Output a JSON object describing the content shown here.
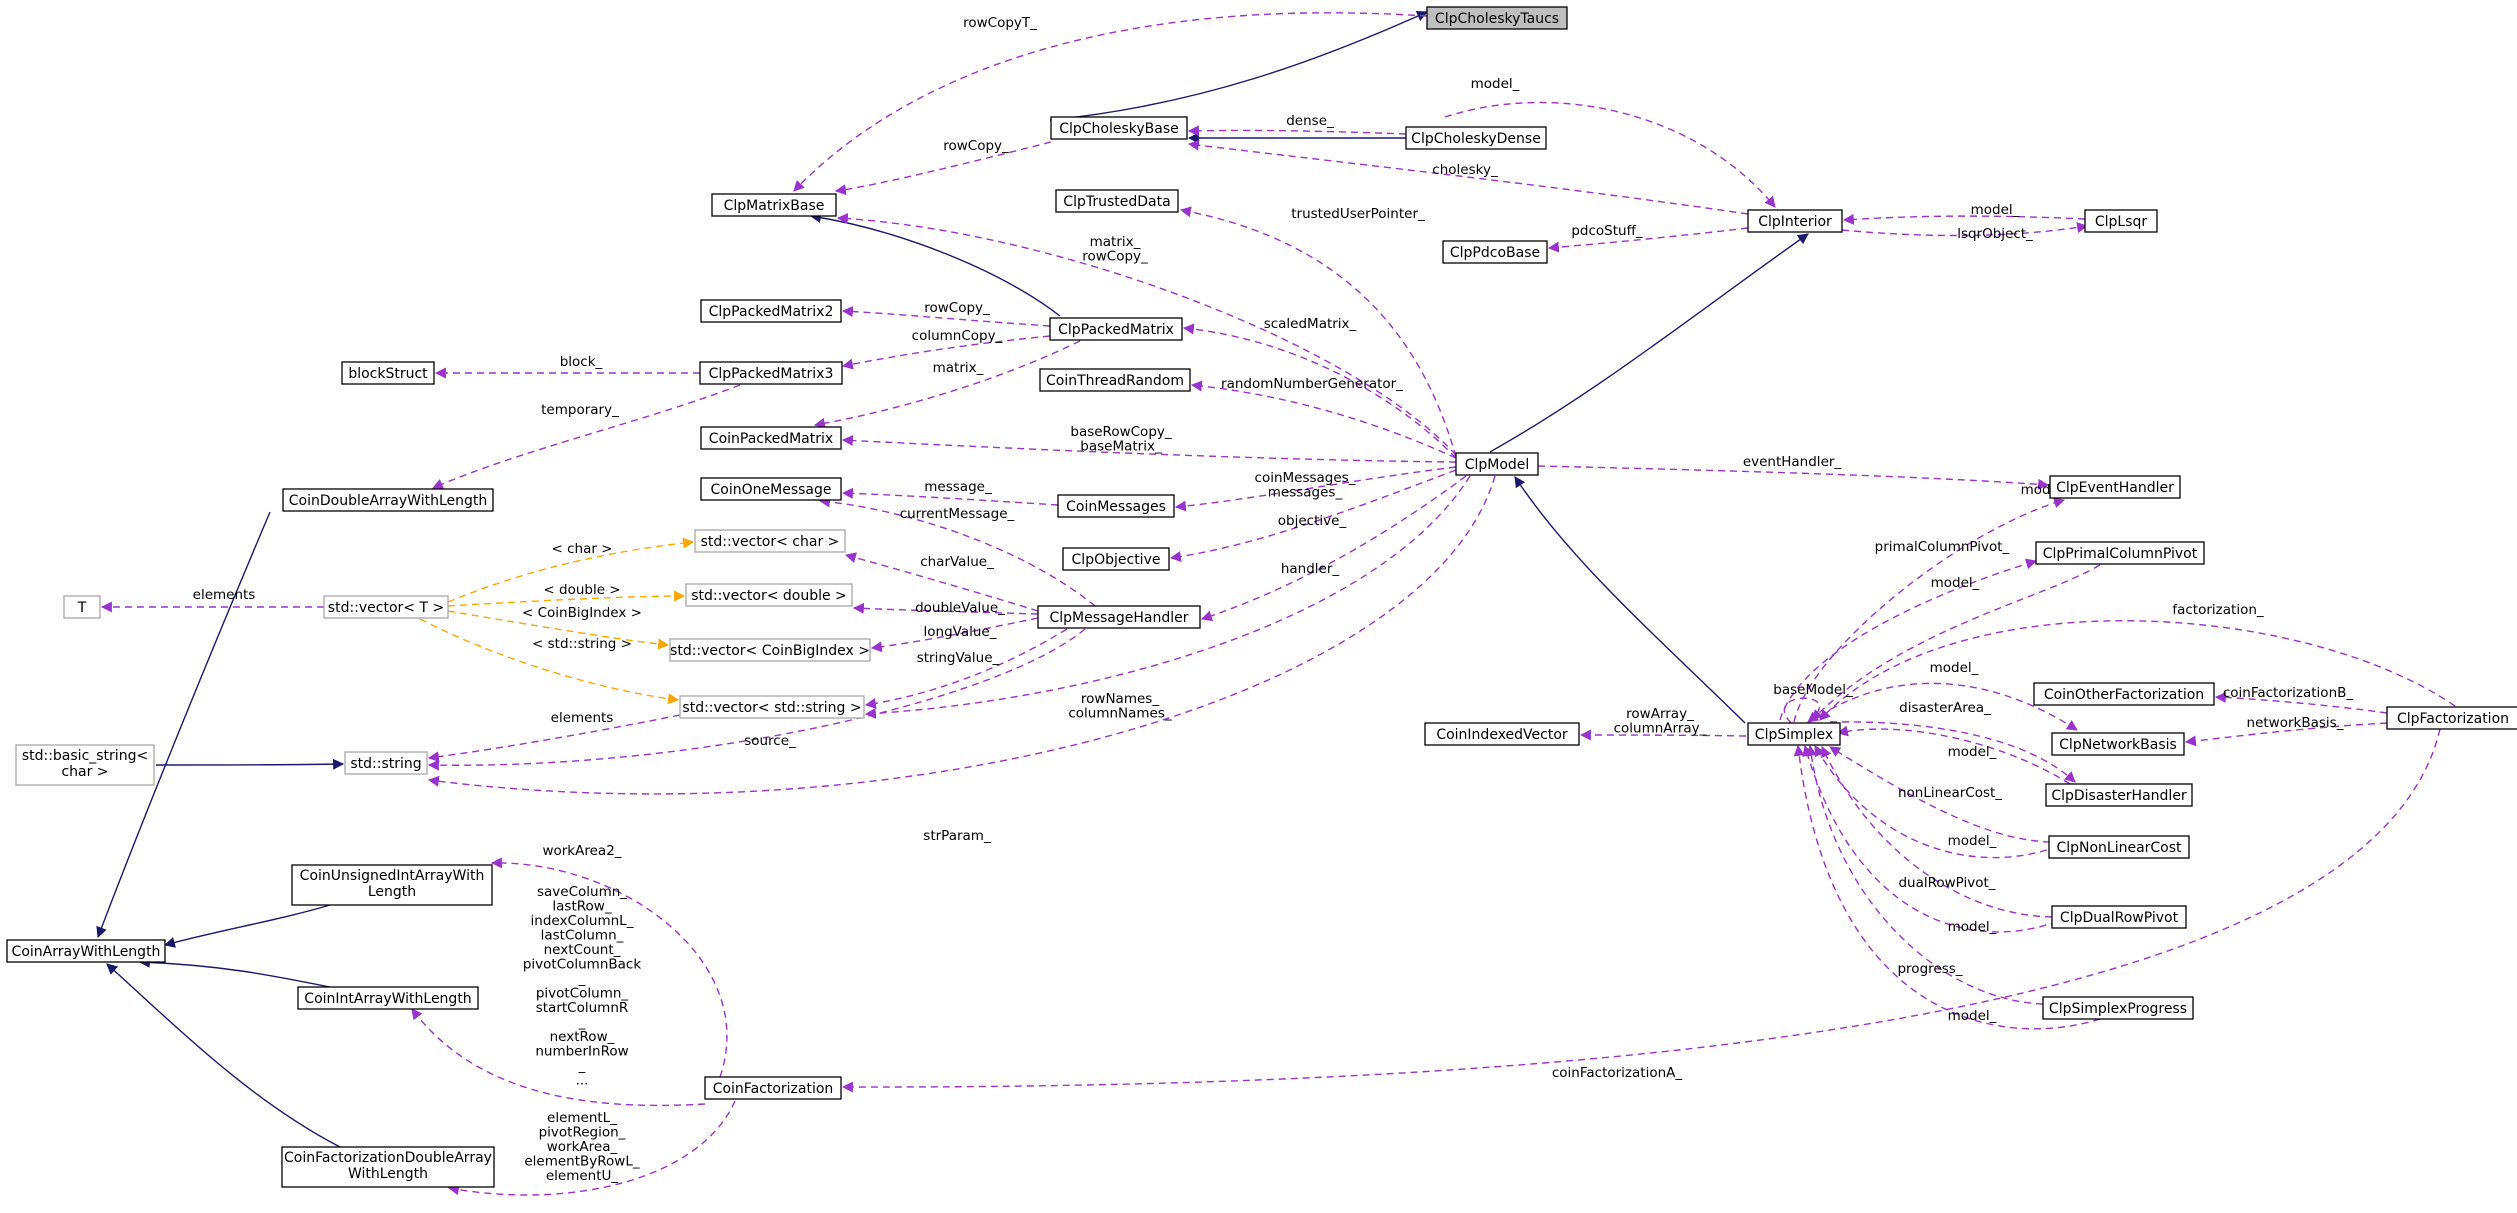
{
  "nodes": [
    {
      "id": "ClpCholeskyTaucs",
      "label": "ClpCholeskyTaucs",
      "highlight": true
    },
    {
      "id": "ClpCholeskyBase",
      "label": "ClpCholeskyBase"
    },
    {
      "id": "ClpCholeskyDense",
      "label": "ClpCholeskyDense"
    },
    {
      "id": "ClpMatrixBase",
      "label": "ClpMatrixBase"
    },
    {
      "id": "ClpTrustedData",
      "label": "ClpTrustedData"
    },
    {
      "id": "ClpPdcoBase",
      "label": "ClpPdcoBase"
    },
    {
      "id": "ClpInterior",
      "label": "ClpInterior"
    },
    {
      "id": "ClpLsqr",
      "label": "ClpLsqr"
    },
    {
      "id": "ClpPackedMatrix2",
      "label": "ClpPackedMatrix2"
    },
    {
      "id": "ClpPackedMatrix",
      "label": "ClpPackedMatrix"
    },
    {
      "id": "blockStruct",
      "label": "blockStruct"
    },
    {
      "id": "ClpPackedMatrix3",
      "label": "ClpPackedMatrix3"
    },
    {
      "id": "CoinThreadRandom",
      "label": "CoinThreadRandom"
    },
    {
      "id": "CoinPackedMatrix",
      "label": "CoinPackedMatrix"
    },
    {
      "id": "ClpModel",
      "label": "ClpModel"
    },
    {
      "id": "CoinDoubleArrayWithLength",
      "label": "CoinDoubleArrayWithLength"
    },
    {
      "id": "CoinOneMessage",
      "label": "CoinOneMessage"
    },
    {
      "id": "CoinMessages",
      "label": "CoinMessages"
    },
    {
      "id": "ClpEventHandler",
      "label": "ClpEventHandler"
    },
    {
      "id": "vecChar",
      "label": "std::vector< char >",
      "gray": true
    },
    {
      "id": "ClpObjective",
      "label": "ClpObjective"
    },
    {
      "id": "ClpPrimalColumnPivot",
      "label": "ClpPrimalColumnPivot"
    },
    {
      "id": "T",
      "label": "T",
      "gray": true
    },
    {
      "id": "vecT",
      "label": "std::vector< T >",
      "gray": true
    },
    {
      "id": "vecDouble",
      "label": "std::vector< double >",
      "gray": true
    },
    {
      "id": "ClpMessageHandler",
      "label": "ClpMessageHandler"
    },
    {
      "id": "vecBigIndex",
      "label": "std::vector< CoinBigIndex >",
      "gray": true
    },
    {
      "id": "CoinOtherFactorization",
      "label": "CoinOtherFactorization"
    },
    {
      "id": "vecString",
      "label": "std::vector< std::string >",
      "gray": true
    },
    {
      "id": "ClpFactorization",
      "label": "ClpFactorization"
    },
    {
      "id": "basicString",
      "label": "std::basic_string< char >",
      "lines": [
        "std::basic_string<",
        "char >"
      ],
      "gray": true
    },
    {
      "id": "stdString",
      "label": "std::string",
      "gray": true
    },
    {
      "id": "CoinIndexedVector",
      "label": "CoinIndexedVector"
    },
    {
      "id": "ClpSimplex",
      "label": "ClpSimplex"
    },
    {
      "id": "ClpNetworkBasis",
      "label": "ClpNetworkBasis"
    },
    {
      "id": "ClpDisasterHandler",
      "label": "ClpDisasterHandler"
    },
    {
      "id": "ClpNonLinearCost",
      "label": "ClpNonLinearCost"
    },
    {
      "id": "CoinUnsignedIntArrayWithLength",
      "label": "CoinUnsignedIntArrayWithLength",
      "lines": [
        "CoinUnsignedIntArrayWith",
        "Length"
      ]
    },
    {
      "id": "ClpDualRowPivot",
      "label": "ClpDualRowPivot"
    },
    {
      "id": "CoinArrayWithLength",
      "label": "CoinArrayWithLength"
    },
    {
      "id": "CoinIntArrayWithLength",
      "label": "CoinIntArrayWithLength"
    },
    {
      "id": "ClpSimplexProgress",
      "label": "ClpSimplexProgress"
    },
    {
      "id": "CoinFactorization",
      "label": "CoinFactorization"
    },
    {
      "id": "CoinFactorizationDoubleArrayWithLength",
      "label": "CoinFactorizationDoubleArrayWithLength",
      "lines": [
        "CoinFactorizationDoubleArray",
        "WithLength"
      ]
    }
  ],
  "edges": [
    {
      "from": "ClpCholeskyBase",
      "to": "ClpCholeskyTaucs",
      "kind": "inherit"
    },
    {
      "from": "ClpMatrixBase",
      "to": "ClpCholeskyTaucs",
      "kind": "use",
      "label": [
        "rowCopyT_"
      ]
    },
    {
      "from": "ClpCholeskyBase",
      "to": "ClpCholeskyDense",
      "kind": "inherit"
    },
    {
      "from": "ClpCholeskyDense",
      "to": "ClpCholeskyBase",
      "kind": "use",
      "label": [
        "dense_"
      ]
    },
    {
      "from": "ClpInterior",
      "to": "ClpCholeskyBase",
      "kind": "use",
      "label": [
        "model_"
      ]
    },
    {
      "from": "ClpMatrixBase",
      "to": "ClpCholeskyBase",
      "kind": "use",
      "label": [
        "rowCopy_"
      ]
    },
    {
      "from": "ClpCholeskyBase",
      "to": "ClpInterior",
      "kind": "use",
      "label": [
        "cholesky_"
      ]
    },
    {
      "from": "ClpMatrixBase",
      "to": "ClpPackedMatrix",
      "kind": "inherit"
    },
    {
      "from": "ClpMatrixBase",
      "to": "ClpModel",
      "kind": "use",
      "label": [
        "matrix_",
        "rowCopy_"
      ]
    },
    {
      "from": "ClpTrustedData",
      "to": "ClpModel",
      "kind": "use",
      "label": [
        "trustedUserPointer_"
      ]
    },
    {
      "from": "ClpPdcoBase",
      "to": "ClpInterior",
      "kind": "use",
      "label": [
        "pdcoStuff_"
      ]
    },
    {
      "from": "ClpInterior",
      "to": "ClpLsqr",
      "kind": "use",
      "label": [
        "model_"
      ]
    },
    {
      "from": "ClpLsqr",
      "to": "ClpInterior",
      "kind": "use",
      "label": [
        "lsqrObject_"
      ]
    },
    {
      "from": "ClpModel",
      "to": "ClpInterior",
      "kind": "inherit"
    },
    {
      "from": "ClpPackedMatrix2",
      "to": "ClpPackedMatrix",
      "kind": "use",
      "label": [
        "rowCopy_"
      ]
    },
    {
      "from": "ClpPackedMatrix3",
      "to": "ClpPackedMatrix",
      "kind": "use",
      "label": [
        "columnCopy_"
      ]
    },
    {
      "from": "CoinPackedMatrix",
      "to": "ClpPackedMatrix",
      "kind": "use",
      "label": [
        "matrix_"
      ]
    },
    {
      "from": "ClpPackedMatrix",
      "to": "ClpModel",
      "kind": "use",
      "label": [
        "scaledMatrix_"
      ]
    },
    {
      "from": "blockStruct",
      "to": "ClpPackedMatrix3",
      "kind": "use",
      "label": [
        "block_"
      ]
    },
    {
      "from": "CoinDoubleArrayWithLength",
      "to": "ClpPackedMatrix3",
      "kind": "use",
      "label": [
        "temporary_"
      ]
    },
    {
      "from": "CoinThreadRandom",
      "to": "ClpModel",
      "kind": "use",
      "label": [
        "randomNumberGenerator_"
      ]
    },
    {
      "from": "CoinPackedMatrix",
      "to": "ClpModel",
      "kind": "use",
      "label": [
        "baseRowCopy_",
        "baseMatrix_"
      ]
    },
    {
      "from": "CoinMessages",
      "to": "ClpModel",
      "kind": "use",
      "label": [
        "coinMessages_",
        "messages_"
      ]
    },
    {
      "from": "ClpObjective",
      "to": "ClpModel",
      "kind": "use",
      "label": [
        "objective_"
      ]
    },
    {
      "from": "ClpMessageHandler",
      "to": "ClpModel",
      "kind": "use",
      "label": [
        "handler_"
      ]
    },
    {
      "from": "vecString",
      "to": "ClpModel",
      "kind": "use",
      "label": [
        "rowNames_",
        "columnNames_"
      ]
    },
    {
      "from": "stdString",
      "to": "ClpModel",
      "kind": "use",
      "label": [
        "strParam_"
      ]
    },
    {
      "from": "ClpModel",
      "to": "ClpSimplex",
      "kind": "inherit"
    },
    {
      "from": "ClpModel",
      "to": "ClpEventHandler",
      "kind": "use",
      "label": [
        "eventHandler_"
      ]
    },
    {
      "from": "CoinOneMessage",
      "to": "CoinMessages",
      "kind": "use",
      "label": [
        "message_"
      ]
    },
    {
      "from": "CoinOneMessage",
      "to": "ClpMessageHandler",
      "kind": "use",
      "label": [
        "currentMessage_"
      ]
    },
    {
      "from": "vecChar",
      "to": "ClpMessageHandler",
      "kind": "use",
      "label": [
        "charValue_"
      ]
    },
    {
      "from": "vecDouble",
      "to": "ClpMessageHandler",
      "kind": "use",
      "label": [
        "doubleValue_"
      ]
    },
    {
      "from": "vecBigIndex",
      "to": "ClpMessageHandler",
      "kind": "use",
      "label": [
        "longValue_"
      ]
    },
    {
      "from": "vecString",
      "to": "ClpMessageHandler",
      "kind": "use",
      "label": [
        "stringValue_"
      ]
    },
    {
      "from": "stdString",
      "to": "ClpMessageHandler",
      "kind": "use",
      "label": [
        "source_"
      ]
    },
    {
      "from": "CoinDoubleArrayWithLength",
      "to": "CoinArrayWithLength",
      "kind": "inherit"
    },
    {
      "from": "vecT",
      "to": "vecChar",
      "kind": "template",
      "label": [
        "< char >"
      ]
    },
    {
      "from": "vecT",
      "to": "vecDouble",
      "kind": "template",
      "label": [
        "< double >"
      ]
    },
    {
      "from": "vecT",
      "to": "vecBigIndex",
      "kind": "template",
      "label": [
        "< CoinBigIndex >"
      ]
    },
    {
      "from": "vecT",
      "to": "vecString",
      "kind": "template",
      "label": [
        "< std::string >"
      ]
    },
    {
      "from": "T",
      "to": "vecT",
      "kind": "use",
      "label": [
        "elements"
      ]
    },
    {
      "from": "stdString",
      "to": "vecString",
      "kind": "use",
      "label": [
        "elements"
      ]
    },
    {
      "from": "basicString",
      "to": "stdString",
      "kind": "inherit"
    },
    {
      "from": "ClpSimplex",
      "to": "ClpEventHandler",
      "kind": "use",
      "label": [
        "model_"
      ]
    },
    {
      "from": "ClpPrimalColumnPivot",
      "to": "ClpSimplex",
      "kind": "use",
      "label": [
        "primalColumnPivot_"
      ]
    },
    {
      "from": "ClpSimplex",
      "to": "ClpPrimalColumnPivot",
      "kind": "use",
      "label": [
        "model_"
      ]
    },
    {
      "from": "ClpFactorization",
      "to": "ClpSimplex",
      "kind": "use",
      "label": [
        "factorization_"
      ]
    },
    {
      "from": "ClpSimplex",
      "to": "ClpSimplex",
      "kind": "use",
      "label": [
        "baseModel_"
      ]
    },
    {
      "from": "ClpSimplex",
      "to": "ClpNetworkBasis",
      "kind": "use",
      "label": [
        "model_"
      ]
    },
    {
      "from": "ClpDisasterHandler",
      "to": "ClpSimplex",
      "kind": "use",
      "label": [
        "disasterArea_"
      ]
    },
    {
      "from": "ClpSimplex",
      "to": "ClpDisasterHandler",
      "kind": "use",
      "label": [
        "model_"
      ]
    },
    {
      "from": "ClpNonLinearCost",
      "to": "ClpSimplex",
      "kind": "use",
      "label": [
        "nonLinearCost_"
      ]
    },
    {
      "from": "ClpSimplex",
      "to": "ClpNonLinearCost",
      "kind": "use",
      "label": [
        "model_"
      ]
    },
    {
      "from": "ClpDualRowPivot",
      "to": "ClpSimplex",
      "kind": "use",
      "label": [
        "dualRowPivot_"
      ]
    },
    {
      "from": "ClpSimplex",
      "to": "ClpDualRowPivot",
      "kind": "use",
      "label": [
        "model_"
      ]
    },
    {
      "from": "ClpSimplexProgress",
      "to": "ClpSimplex",
      "kind": "use",
      "label": [
        "progress_"
      ]
    },
    {
      "from": "ClpSimplex",
      "to": "ClpSimplexProgress",
      "kind": "use",
      "label": [
        "model_"
      ]
    },
    {
      "from": "CoinIndexedVector",
      "to": "ClpSimplex",
      "kind": "use",
      "label": [
        "rowArray_",
        "columnArray_"
      ]
    },
    {
      "from": "CoinOtherFactorization",
      "to": "ClpFactorization",
      "kind": "use",
      "label": [
        "coinFactorizationB_"
      ]
    },
    {
      "from": "ClpNetworkBasis",
      "to": "ClpFactorization",
      "kind": "use",
      "label": [
        "networkBasis_"
      ]
    },
    {
      "from": "CoinFactorization",
      "to": "ClpFactorization",
      "kind": "use",
      "label": [
        "coinFactorizationA_"
      ]
    },
    {
      "from": "CoinUnsignedIntArrayWithLength",
      "to": "CoinArrayWithLength",
      "kind": "inherit"
    },
    {
      "from": "CoinIntArrayWithLength",
      "to": "CoinArrayWithLength",
      "kind": "inherit"
    },
    {
      "from": "CoinFactorizationDoubleArrayWithLength",
      "to": "CoinArrayWithLength",
      "kind": "inherit"
    },
    {
      "from": "CoinUnsignedIntArrayWithLength",
      "to": "CoinFactorization",
      "kind": "use",
      "label": [
        "workArea2_"
      ]
    },
    {
      "from": "CoinIntArrayWithLength",
      "to": "CoinFactorization",
      "kind": "use",
      "label": [
        "saveColumn_",
        "lastRow_",
        "indexColumnL_",
        "lastColumn_",
        "nextCount_",
        "pivotColumnBack",
        "_",
        "pivotColumn_",
        "startColumnR",
        "_",
        "nextRow_",
        "numberInRow",
        "_",
        "..."
      ]
    },
    {
      "from": "CoinFactorizationDoubleArrayWithLength",
      "to": "CoinFactorization",
      "kind": "use",
      "label": [
        "elementL_",
        "pivotRegion_",
        "workArea_",
        "elementByRowL_",
        "elementU_"
      ]
    }
  ]
}
